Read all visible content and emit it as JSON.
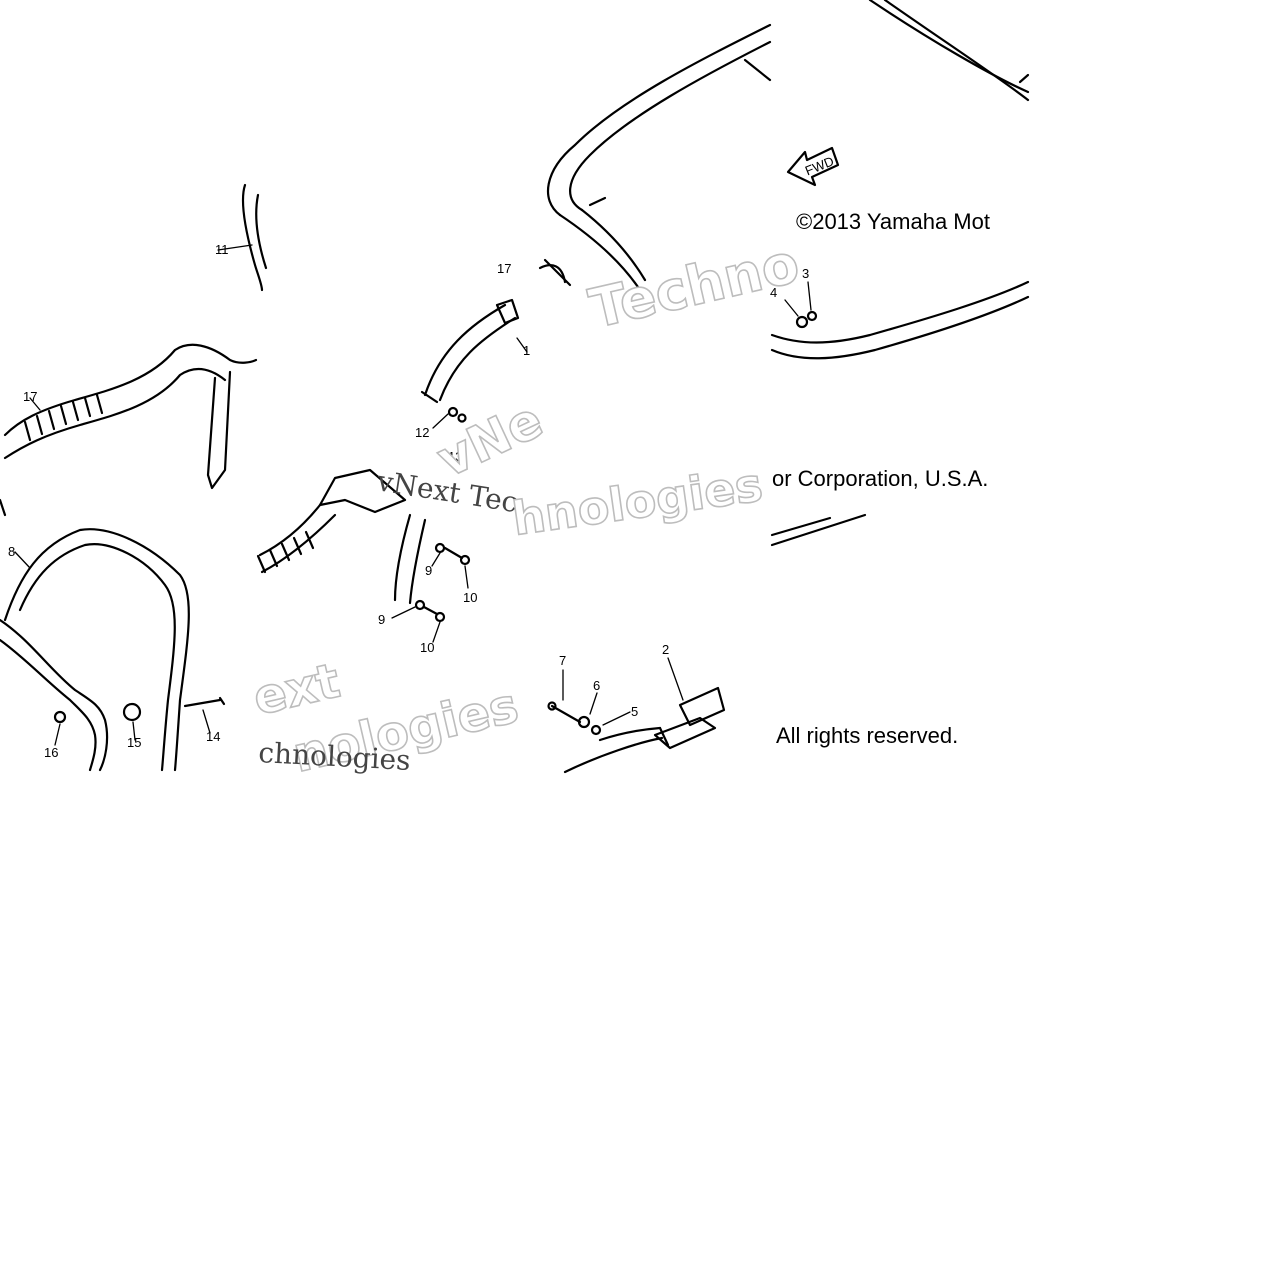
{
  "copyright": {
    "line1": "©2013 Yamaha Mot",
    "line2": "or Corporation, U.S.A.",
    "line3": "All rights reserved."
  },
  "direction_arrow": {
    "label": "FWD",
    "icon": "fwd-arrow-icon"
  },
  "watermarks": {
    "w1": "Techno",
    "w2": "vNext Tec",
    "w3": "vNe",
    "w4": "hnologies",
    "w5": "ext",
    "w6": "nologies",
    "w7": "chnologies"
  },
  "callouts": {
    "c11": "11",
    "c17a": "17",
    "c17b": "17",
    "c1": "1",
    "c12": "12",
    "c13": "13",
    "c8": "8",
    "c9a": "9",
    "c9b": "9",
    "c10a": "10",
    "c10b": "10",
    "c16": "16",
    "c15": "15",
    "c14": "14",
    "c7": "7",
    "c6": "6",
    "c5": "5",
    "c2": "2",
    "c3": "3",
    "c4": "4"
  }
}
